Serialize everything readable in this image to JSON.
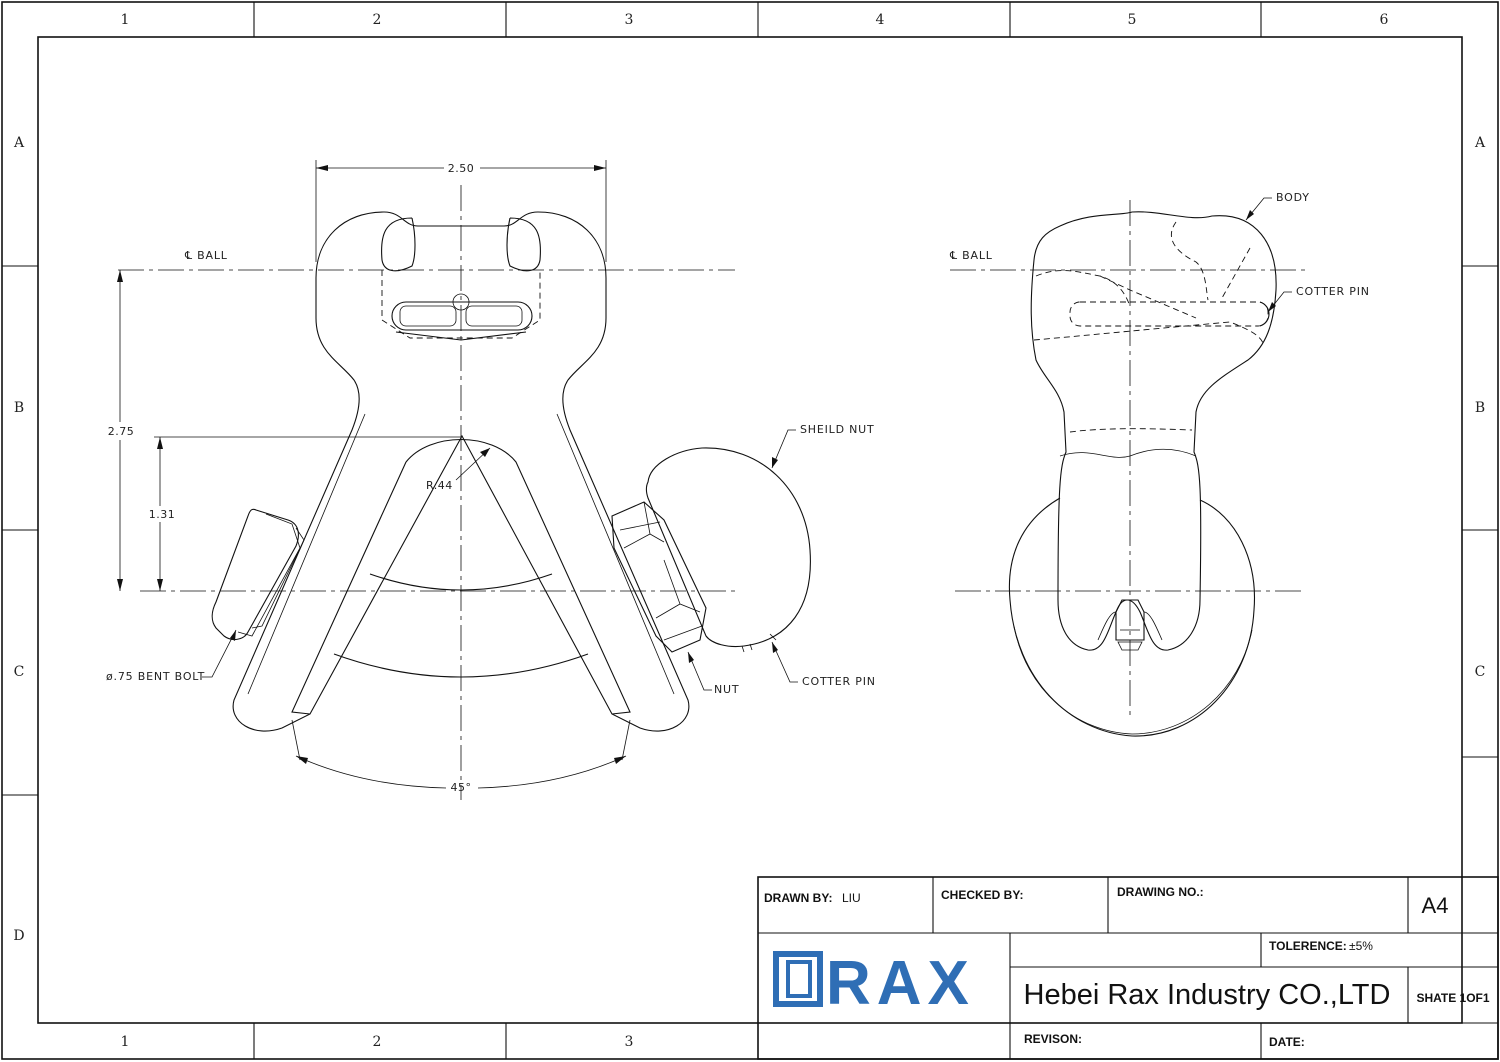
{
  "drawing": {
    "columns": [
      "1",
      "2",
      "3",
      "4",
      "5",
      "6"
    ],
    "bottom_columns": [
      "1",
      "2",
      "3"
    ],
    "rows": [
      "A",
      "B",
      "C",
      "D"
    ],
    "right_rows": [
      "A",
      "B",
      "C"
    ],
    "dimensions": {
      "width": "2.50",
      "height_total": "2.75",
      "height_partial": "1.31",
      "radius": "R.44",
      "angle": "45°"
    },
    "callouts": {
      "cl_ball_left": "℄ BALL",
      "cl_ball_right": "℄ BALL",
      "body": "BODY",
      "cotter_pin_side": "COTTER PIN",
      "shield_nut": "SHEILD NUT",
      "cotter_pin_front": "COTTER PIN",
      "bent_bolt": "ø.75 BENT BOLT",
      "nut": "NUT"
    }
  },
  "title_block": {
    "drawn_by_label": "DRAWN BY:",
    "drawn_by_value": "LIU",
    "checked_by_label": "CHECKED BY:",
    "drawing_no_label": "DRAWING NO.:",
    "size": "A4",
    "tolerance_label": "TOLERENCE:",
    "tolerance_value": "±5%",
    "company": "Hebei Rax Industry CO.,LTD",
    "sheet": "SHATE 1OF1",
    "revision_label": "REVISON:",
    "date_label": "DATE:",
    "logo_text": "RAX",
    "logo_color": "#2f6eb5"
  }
}
